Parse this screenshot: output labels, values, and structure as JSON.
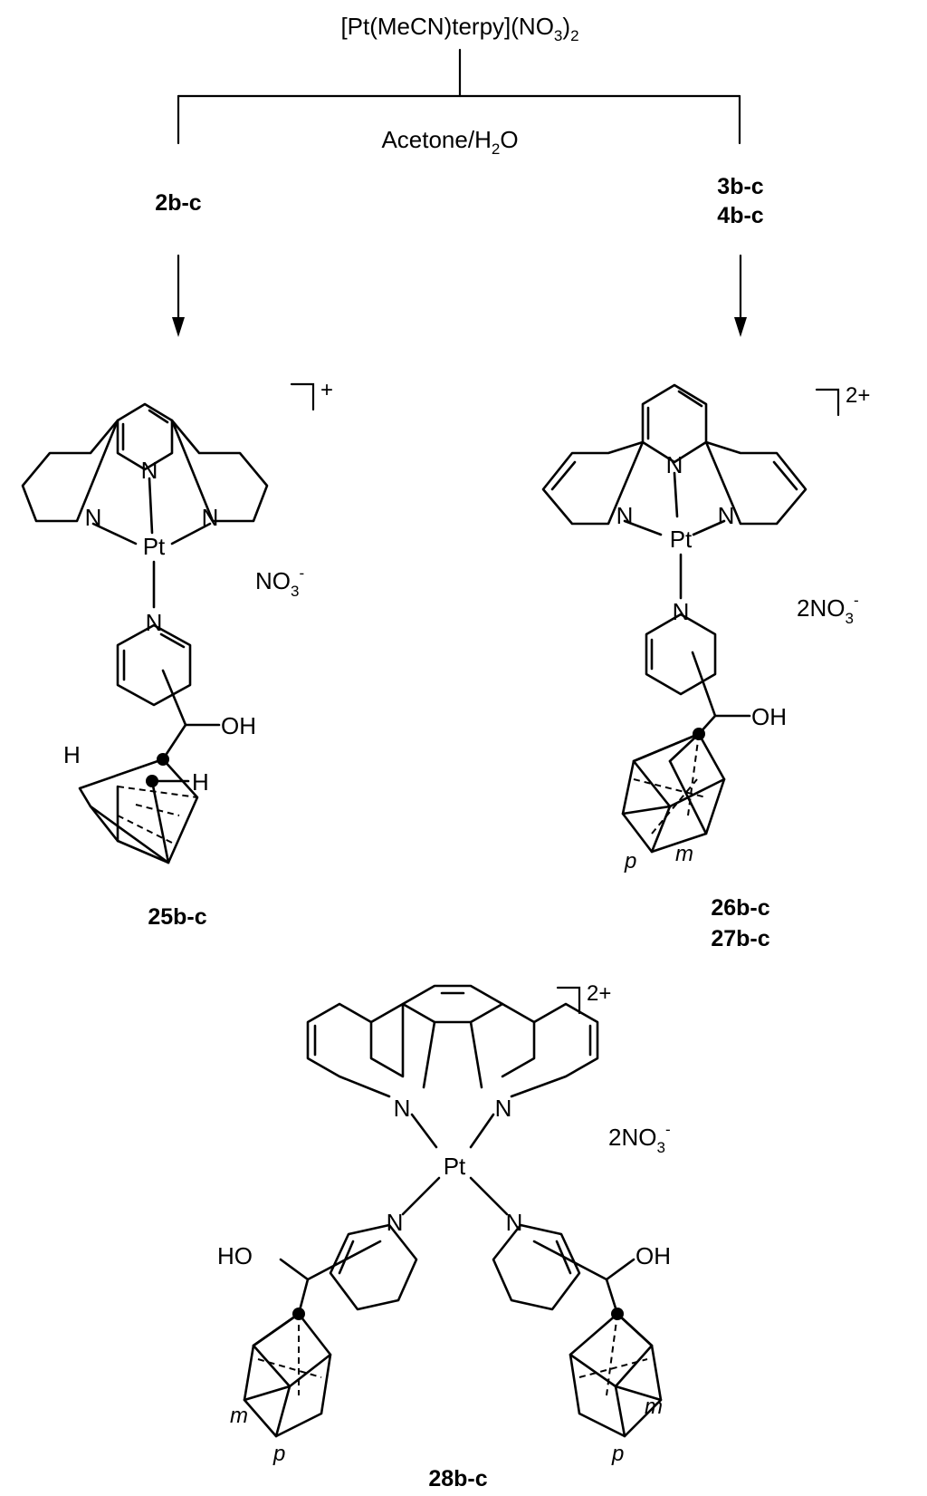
{
  "reagent": {
    "prefix": "[Pt(MeCN)terpy](NO",
    "sub": "3",
    "suffix": ")",
    "sub2": "2"
  },
  "conditions": {
    "main": "Acetone/H",
    "sub": "2",
    "tail": "O"
  },
  "left_branch": {
    "starting_material": "2b-c"
  },
  "right_branch": {
    "starting_material_1": "3b-c",
    "starting_material_2": "4b-c"
  },
  "atoms": {
    "N": "N",
    "Pt": "Pt",
    "OH": "OH",
    "HO": "HO",
    "H": "H",
    "m": "m",
    "p": "p"
  },
  "products": {
    "p25": {
      "label": "25b-c",
      "charge": "+",
      "counterion_main": "NO",
      "counterion_sub": "3",
      "counterion_sup": "-"
    },
    "p26_27": {
      "label_1": "26b-c",
      "label_2": "27b-c",
      "charge": "2+",
      "counterion_main": "2NO",
      "counterion_sub": "3",
      "counterion_sup": "-"
    },
    "p28": {
      "label": "28b-c",
      "charge": "2+",
      "counterion_main": "2NO",
      "counterion_sub": "3",
      "counterion_sup": "-"
    }
  }
}
